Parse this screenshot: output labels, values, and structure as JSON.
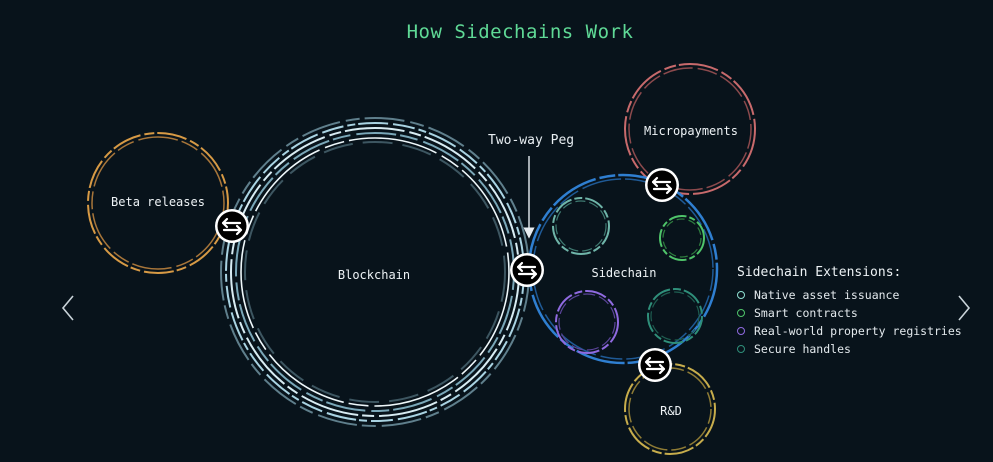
{
  "title": "How Sidechains Work",
  "peg_label": "Two-way Peg",
  "nodes": {
    "blockchain": "Blockchain",
    "sidechain": "Sidechain",
    "beta": "Beta releases",
    "micro": "Micropayments",
    "rnd": "R&D"
  },
  "legend": {
    "title": "Sidechain Extensions:",
    "items": [
      {
        "label": "Native asset issuance",
        "color": "#8fe0d2"
      },
      {
        "label": "Smart contracts",
        "color": "#4fc46a"
      },
      {
        "label": "Real-world property registries",
        "color": "#8f6ae0"
      },
      {
        "label": "Secure handles",
        "color": "#2f8f7a"
      }
    ]
  },
  "colors": {
    "accent": "#5fd996",
    "beta": "#d79a45",
    "micro": "#c86a6c",
    "rnd": "#c7ad4c",
    "sidechain": "#2f7fd1",
    "blockchain": "#9fc6d6"
  },
  "icons": {
    "swap": "swap-arrows-icon",
    "prev": "chevron-left-icon",
    "next": "chevron-right-icon"
  }
}
